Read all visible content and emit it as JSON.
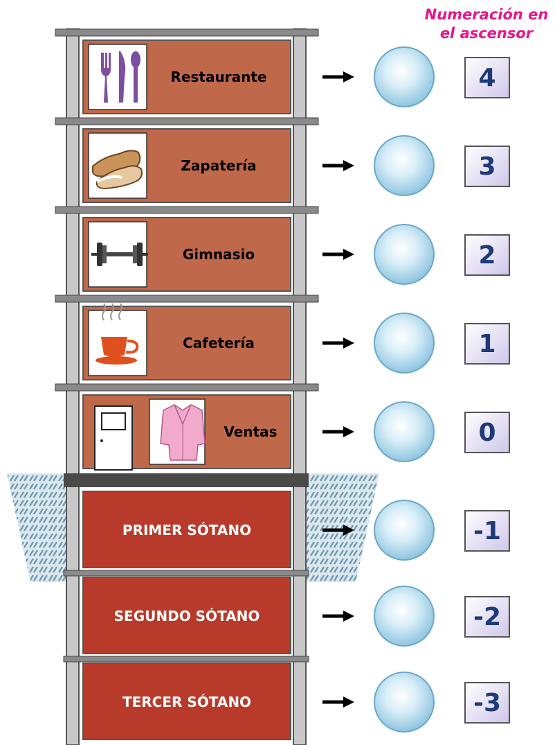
{
  "header": {
    "line1": "Numeración en",
    "line2": "el ascensor"
  },
  "floors": [
    {
      "name": "Restaurante",
      "number": "4",
      "icon": "cutlery-icon"
    },
    {
      "name": "Zapatería",
      "number": "3",
      "icon": "shoes-icon"
    },
    {
      "name": "Gimnasio",
      "number": "2",
      "icon": "dumbbell-icon"
    },
    {
      "name": "Cafetería",
      "number": "1",
      "icon": "coffee-cup-icon"
    },
    {
      "name": "Ventas",
      "number": "0",
      "icons": [
        "door-icon",
        "coat-icon"
      ]
    }
  ],
  "basements": [
    {
      "name": "PRIMER SÓTANO",
      "number": "-1"
    },
    {
      "name": "SEGUNDO SÓTANO",
      "number": "-2"
    },
    {
      "name": "TERCER SÓTANO",
      "number": "-3"
    }
  ],
  "colors": {
    "floor_panel": "#c0684a",
    "basement_panel": "#b83a2a",
    "heading": "#e8168c",
    "number_box": "#dcd4f0",
    "number_text": "#1e3a78",
    "ground": "#6e9ab0"
  }
}
